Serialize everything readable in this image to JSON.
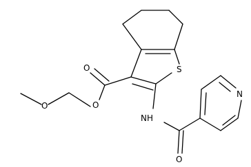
{
  "atoms": {
    "S": "S",
    "N_pyridine": "N",
    "NH": "NH",
    "O_carbonyl_ester": "O",
    "O_ester": "O",
    "O_ether": "O",
    "O_amide": "O"
  },
  "colors": {
    "bond": "#000000",
    "label": "#000000",
    "background": "#ffffff"
  }
}
